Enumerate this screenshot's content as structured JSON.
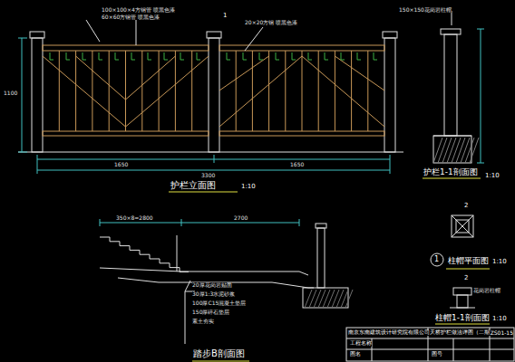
{
  "diagram": {
    "labels": [
      "护栏立面图",
      "1:10",
      "护栏1-1剖面图",
      "1:10",
      "1",
      "柱帽平面图",
      "1:10",
      "柱帽1-1剖面图",
      "1:10",
      "踏步B剖面图",
      "1650",
      "1650",
      "3300",
      "350×8=2800",
      "2700",
      "1100",
      "100×100×4方钢管 喷黑色漆",
      "60×60方钢管 喷黑色漆",
      "150×150花岗岩柱帽",
      "20×20方钢 喷黑色漆",
      "花岗岩柱帽",
      "20厚花岗岩贴面",
      "30厚1:3水泥砂浆",
      "100厚C15混凝土垫层",
      "150厚碎石垫层",
      "素土夯实",
      "1",
      "2",
      "2",
      "南京东南建筑设计研究院有限公司",
      "天桥护栏做法详图（二期）",
      "ZS01-15",
      "工程名称",
      "图名",
      "图号"
    ]
  }
}
